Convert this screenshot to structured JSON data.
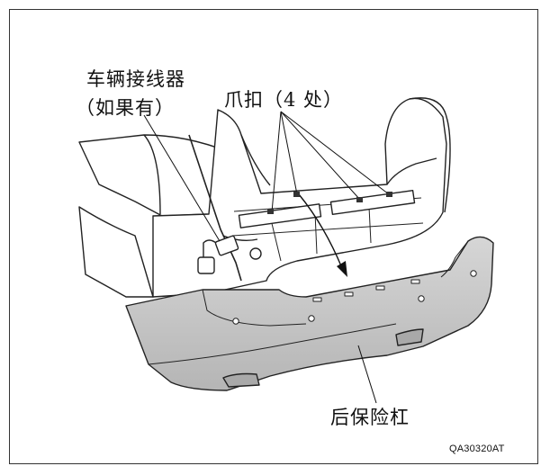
{
  "figure": {
    "labels": {
      "vehicle_connector": "车辆接线器",
      "vehicle_connector_note": "（如果有）",
      "clips": "爪扣（4 处）",
      "rear_bumper": "后保险杠"
    },
    "figure_code": "QA30320AT",
    "colors": {
      "frame": "#333333",
      "line": "#222222",
      "bumper_fill": "#c8c8c8",
      "bumper_shade": "#a9a9a9",
      "body_fill": "#ffffff"
    }
  }
}
